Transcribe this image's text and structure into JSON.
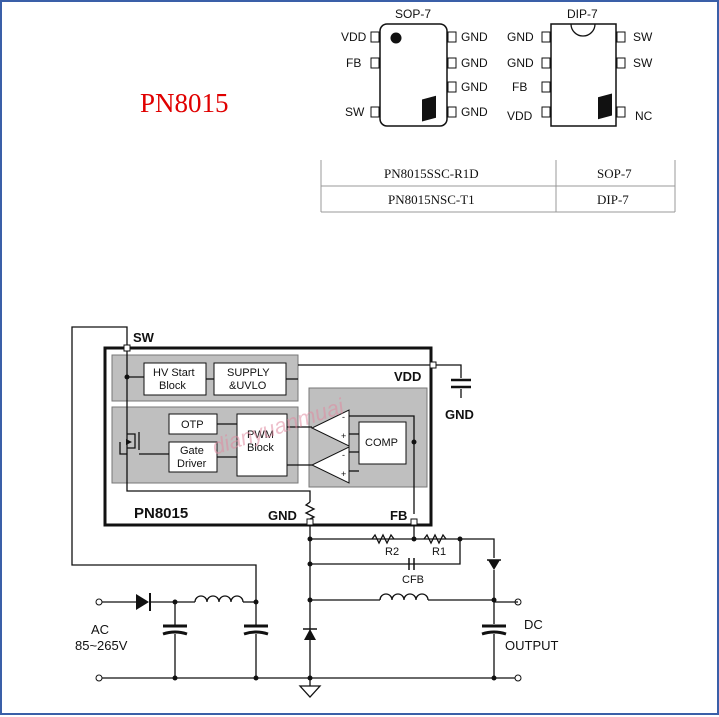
{
  "part_title": "PN8015",
  "packages": {
    "sop7": {
      "name": "SOP-7",
      "left_pins": [
        "VDD",
        "FB",
        "SW"
      ],
      "right_pins": [
        "GND",
        "GND",
        "GND",
        "GND"
      ]
    },
    "dip7": {
      "name": "DIP-7",
      "left_pins": [
        "GND",
        "GND",
        "FB",
        "VDD"
      ],
      "right_pins": [
        "SW",
        "SW",
        "NC"
      ]
    }
  },
  "ordering_table": {
    "rows": [
      {
        "part": "PN8015SSC-R1D",
        "package": "SOP-7"
      },
      {
        "part": "PN8015NSC-T1",
        "package": "DIP-7"
      }
    ]
  },
  "schematic": {
    "sw_label": "SW",
    "vdd_label": "VDD",
    "gnd_label": "GND",
    "ic_gnd_label": "GND",
    "fb_label": "FB",
    "ic_name": "PN8015",
    "blocks": {
      "hv_start": [
        "HV Start",
        "Block"
      ],
      "supply": [
        "SUPPLY",
        "&UVLO"
      ],
      "otp": "OTP",
      "gate_driver": [
        "Gate",
        "Driver"
      ],
      "pwm": [
        "PWM",
        "Block"
      ],
      "comp": "COMP"
    },
    "r2": "R2",
    "r1": "R1",
    "cfb": "CFB",
    "ac_label": "AC",
    "ac_range": "85~265V",
    "dc_label": "DC",
    "output_label": "OUTPUT",
    "watermark": "dianyuanmuai"
  }
}
